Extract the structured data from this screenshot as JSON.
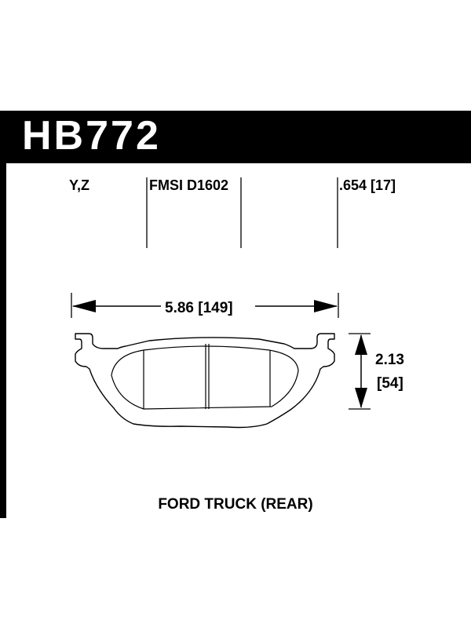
{
  "header": {
    "part_number": "HB772"
  },
  "specs": {
    "positions": "Y,Z",
    "fmsi": "FMSI D1602",
    "thickness": ".654 [17]"
  },
  "dimensions": {
    "width": "5.86 [149]",
    "height_in": "2.13",
    "height_mm": "[54]"
  },
  "application": "FORD TRUCK (REAR)",
  "colors": {
    "header_bg": "#000000",
    "header_text": "#ffffff",
    "line": "#000000"
  }
}
